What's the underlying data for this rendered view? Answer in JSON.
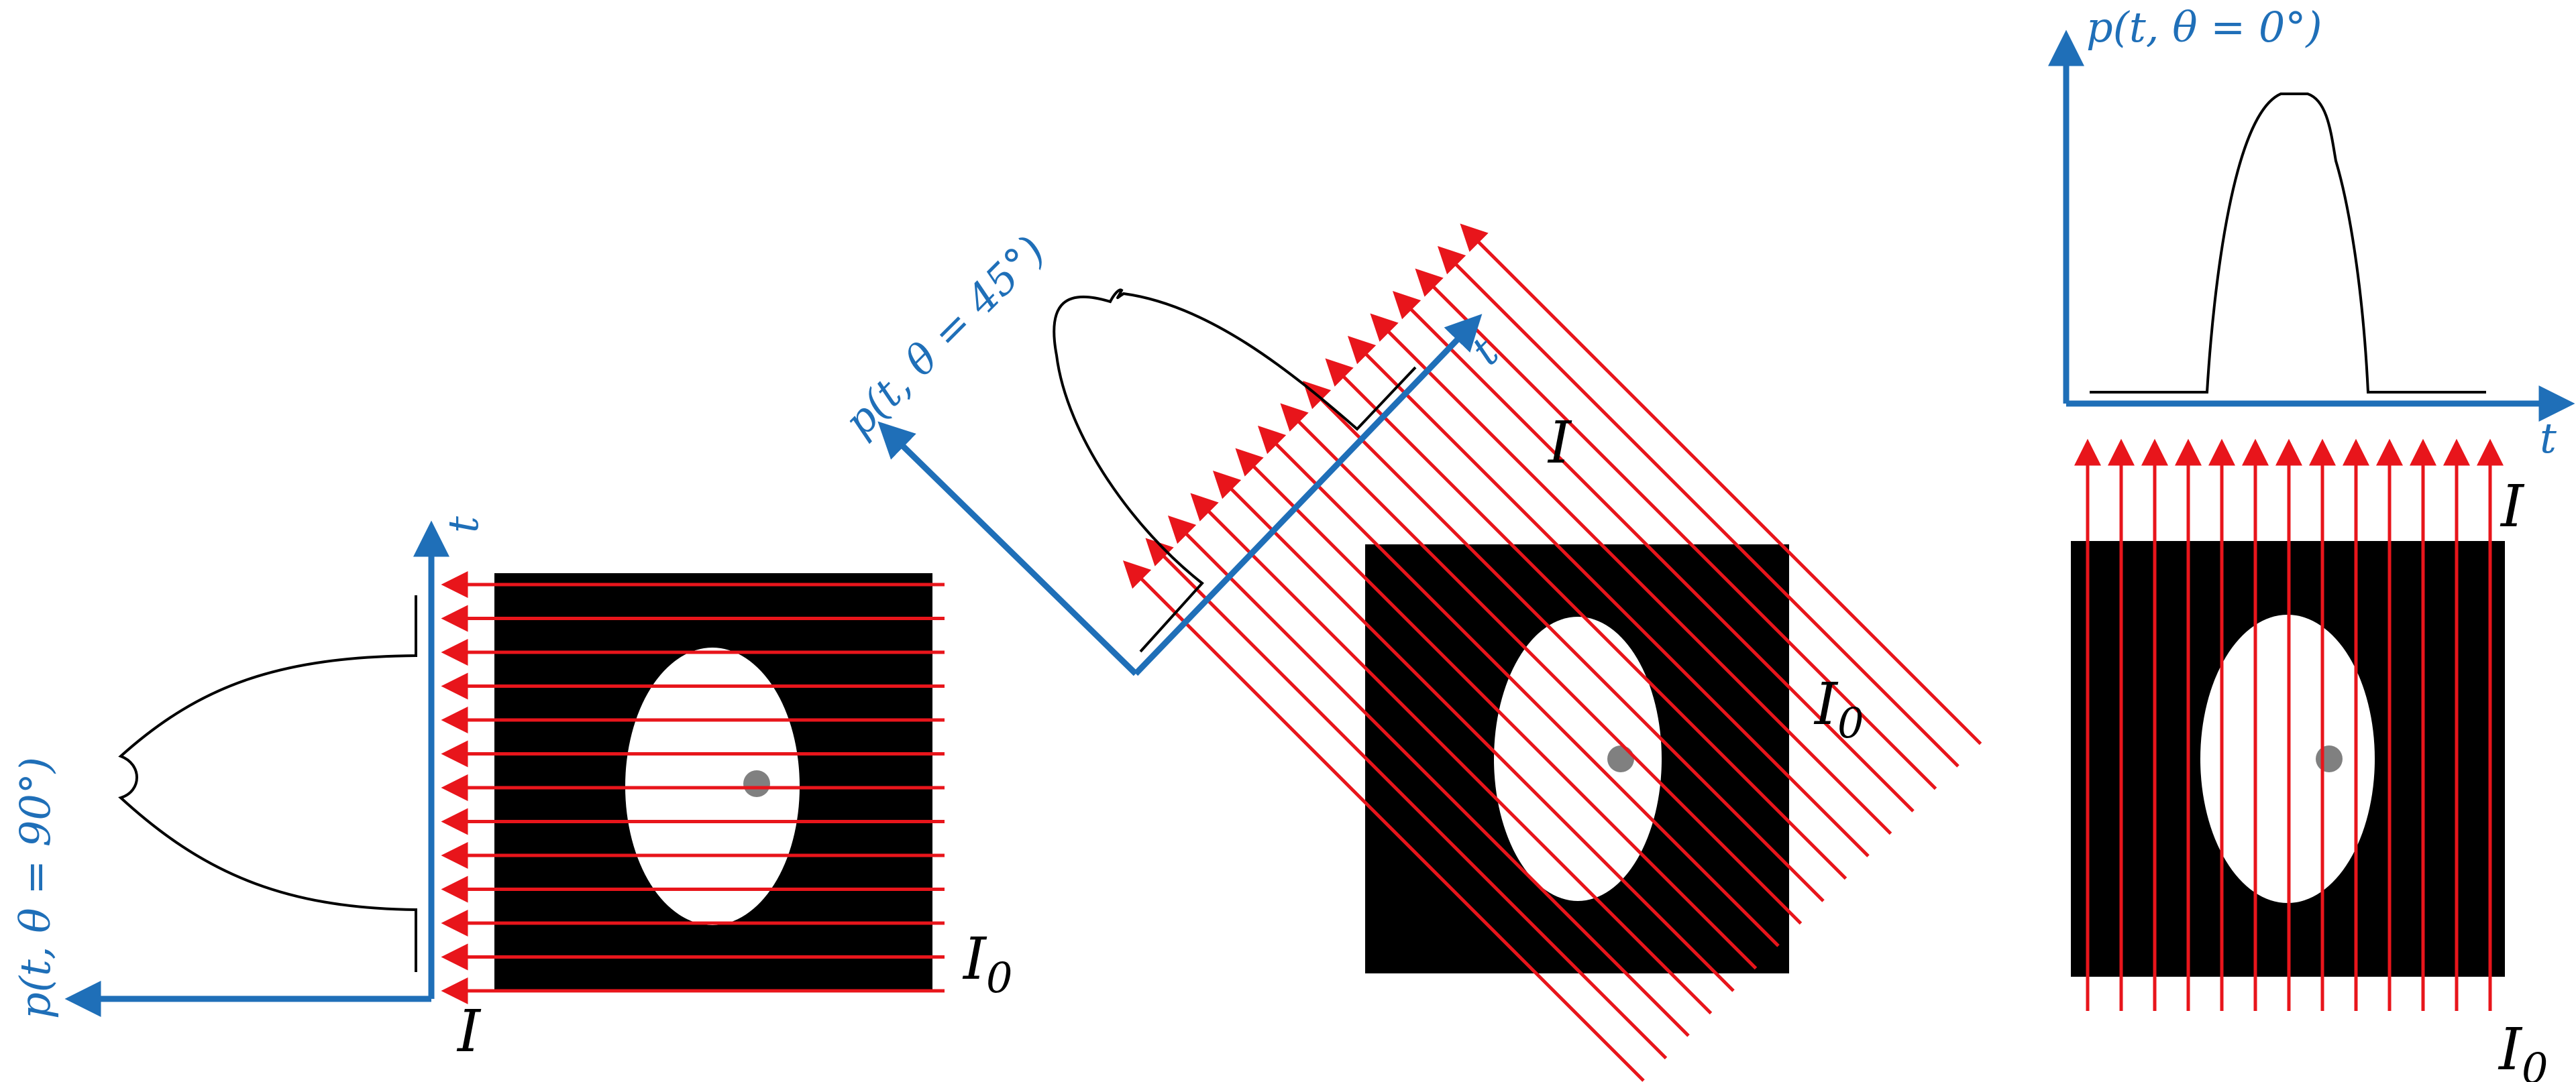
{
  "colors": {
    "phantom_bg": "#000000",
    "ellipse": "#ffffff",
    "dot": "#808080",
    "ray": "#e8151b",
    "axis": "#1f6fb8",
    "profile": "#000000"
  },
  "panels": {
    "p90": {
      "axis_t_label": "t",
      "axis_p_label": "p(t, θ = 90°)",
      "intensity_out": "I",
      "intensity_in": "I",
      "intensity_in_sub": "0"
    },
    "p45": {
      "axis_t_label": "t",
      "axis_p_label": "p(t, θ = 45°)",
      "intensity_out": "I",
      "intensity_in": "I",
      "intensity_in_sub": "0"
    },
    "p0": {
      "axis_t_label": "t",
      "axis_p_label": "p(t, θ = 0°)",
      "intensity_out": "I",
      "intensity_in": "I",
      "intensity_in_sub": "0"
    }
  }
}
